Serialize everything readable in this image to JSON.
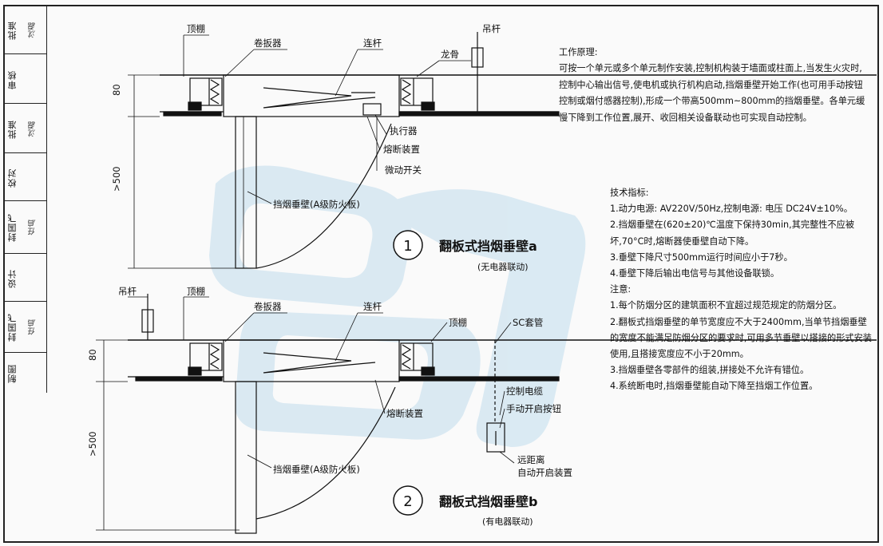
{
  "title_block": [
    {
      "label": "批准",
      "sign": "沈磊"
    },
    {
      "label": "审核",
      "sign": ""
    },
    {
      "label": "批准",
      "sign": "沈磊"
    },
    {
      "label": "校对",
      "sign": ""
    },
    {
      "label": "封国飞",
      "sign": "任启"
    },
    {
      "label": "设计",
      "sign": ""
    },
    {
      "label": "封国飞",
      "sign": "任启"
    },
    {
      "label": "制图",
      "sign": ""
    }
  ],
  "diagram": {
    "labels_a": {
      "ceiling": "顶棚",
      "coiler": "卷扳器",
      "rod": "连杆",
      "keel": "龙骨",
      "hanger": "吊杆",
      "actuator": "执行器",
      "fuse": "熔断装置",
      "microswitch": "微动开关",
      "curtain": "挡烟垂壁(A级防火板)",
      "dim_80": "80",
      "dim_500": ">500"
    },
    "labels_b": {
      "hanger": "吊杆",
      "ceiling": "顶棚",
      "coiler": "卷扳器",
      "rod": "连杆",
      "ceiling2": "顶棚",
      "conduit": "SC套管",
      "cable": "控制电缆",
      "button": "手动开启按钮",
      "remote": "远距离",
      "remote2": "自动开启装置",
      "fuse": "熔断装置",
      "curtain": "挡烟垂壁(A级防火板)",
      "dim_80": "80",
      "dim_500": ">500"
    },
    "detail_1": {
      "number": "1",
      "title": "翻板式挡烟垂壁a",
      "subtitle": "(无电器联动)"
    },
    "detail_2": {
      "number": "2",
      "title": "翻板式挡烟垂壁b",
      "subtitle": "(有电器联动)"
    }
  },
  "notes": {
    "heading": "工作原理:",
    "paragraphs": [
      "可按一个单元或多个单元制作安装,控制机构装于墙面或柱面上,当发生火灾时,控制中心输出信号,使电机或执行机构启动,挡烟垂壁开始工作(也可用手动按钮控制或烟付感器控制),形成一个带高500mm~800mm的挡烟垂壁。各单元缓慢下降到工作位置,展开、收回相关设备联动也可实现自动控制。"
    ]
  },
  "tech": {
    "heading": "技术指标:",
    "items": [
      "1.动力电源: AV220V/50Hz,控制电源: 电压 DC24V±10%。",
      "2.挡烟垂壁在(620±20)℃温度下保持30min,其完整性不应被坏,70°C时,熔断器使垂壁自动下降。",
      "3.垂壁下降尺寸500mm运行时间应小于7秒。",
      "4.垂壁下降后输出电信号与其他设备联锁。"
    ],
    "notes_heading": "注意:",
    "notes": [
      "1.每个防烟分区的建筑面积不宜超过规范规定的防烟分区。",
      "2.翻板式挡烟垂壁的单节宽度应不大于2400mm,当单节挡烟垂壁的宽度不能满足防烟分区的要求时,可用多节垂壁以搭接的形式安装使用,且搭接宽度应不小于20mm。",
      "3.挡烟垂壁各零部件的组装,拼接处不允许有错位。",
      "4.系统断电时,挡烟垂壁能自动下降至挡烟工作位置。"
    ]
  }
}
